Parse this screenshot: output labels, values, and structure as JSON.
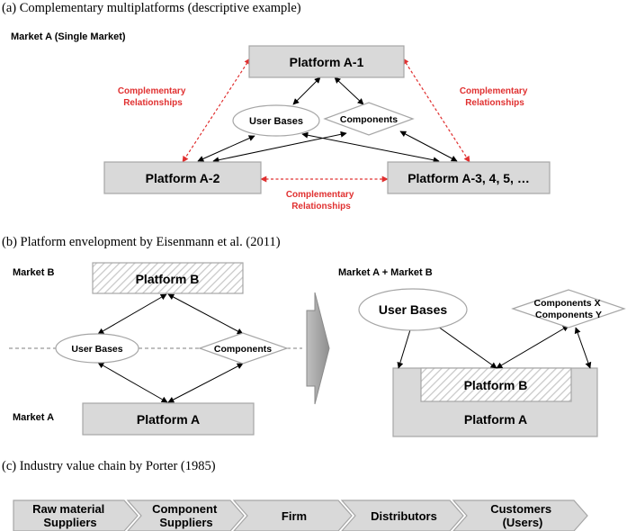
{
  "panel_a": {
    "caption": "(a) Complementary multiplatforms (descriptive example)",
    "market_label": "Market A (Single Market)",
    "platform_1": "Platform A-1",
    "platform_2": "Platform A-2",
    "platform_3": "Platform A-3, 4, 5, …",
    "user_bases": "User Bases",
    "components": "Components",
    "rel_left": [
      "Complementary",
      "Relationships"
    ],
    "rel_right": [
      "Complementary",
      "Relationships"
    ],
    "rel_bottom": [
      "Complementary",
      "Relationships"
    ]
  },
  "panel_b": {
    "caption": "(b) Platform envelopment by Eisenmann et al. (2011)",
    "market_b": "Market B",
    "market_a": "Market A",
    "platform_b": "Platform B",
    "platform_a": "Platform A",
    "user_bases": "User Bases",
    "components": "Components",
    "right_market": "Market A + Market B",
    "right_user_bases": "User Bases",
    "right_components": [
      "Components X",
      "Components Y"
    ],
    "right_platform_b": "Platform B",
    "right_platform_a": "Platform A"
  },
  "panel_c": {
    "caption": "(c) Industry value chain by Porter (1985)",
    "steps": [
      [
        "Raw material",
        "Suppliers"
      ],
      [
        "Component",
        "Suppliers"
      ],
      [
        "Firm"
      ],
      [
        "Distributors"
      ],
      [
        "Customers",
        "(Users)"
      ]
    ]
  },
  "colors": {
    "box": "#d9d9d9",
    "stroke": "#a6a6a6",
    "red": "#e03030"
  }
}
